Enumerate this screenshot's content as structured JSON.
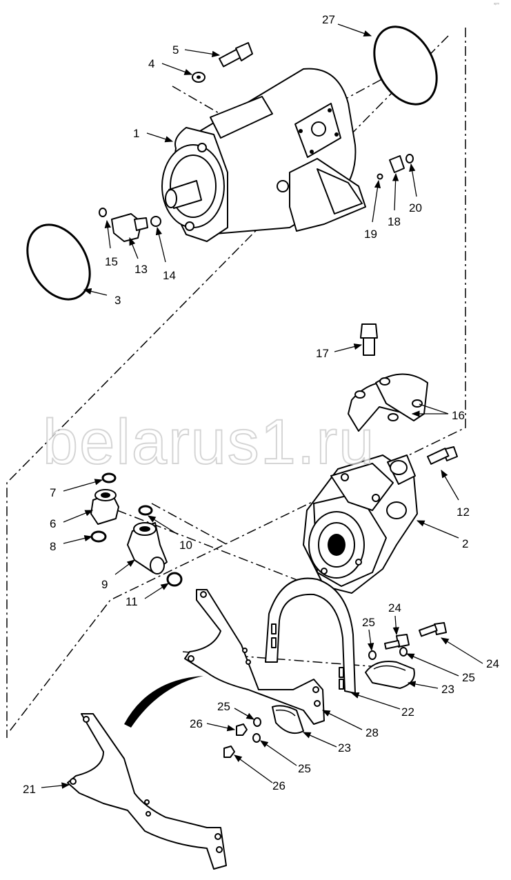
{
  "watermark": "belarus1.ru",
  "corner_mark": "ᵃᵖᵐ",
  "callouts": {
    "c1": "1",
    "c2": "2",
    "c3": "3",
    "c4": "4",
    "c5": "5",
    "c6": "6",
    "c7": "7",
    "c8": "8",
    "c9": "9",
    "c10": "10",
    "c11": "11",
    "c12": "12",
    "c13": "13",
    "c14": "14",
    "c15": "15",
    "c16": "16",
    "c17": "17",
    "c18": "18",
    "c19": "19",
    "c20": "20",
    "c21": "21",
    "c22": "22",
    "c23a": "23",
    "c23b": "23",
    "c24a": "24",
    "c24b": "24",
    "c25a": "25",
    "c25b": "25",
    "c25c": "25",
    "c25d": "25",
    "c26a": "26",
    "c26b": "26",
    "c27": "27",
    "c28": "28"
  }
}
